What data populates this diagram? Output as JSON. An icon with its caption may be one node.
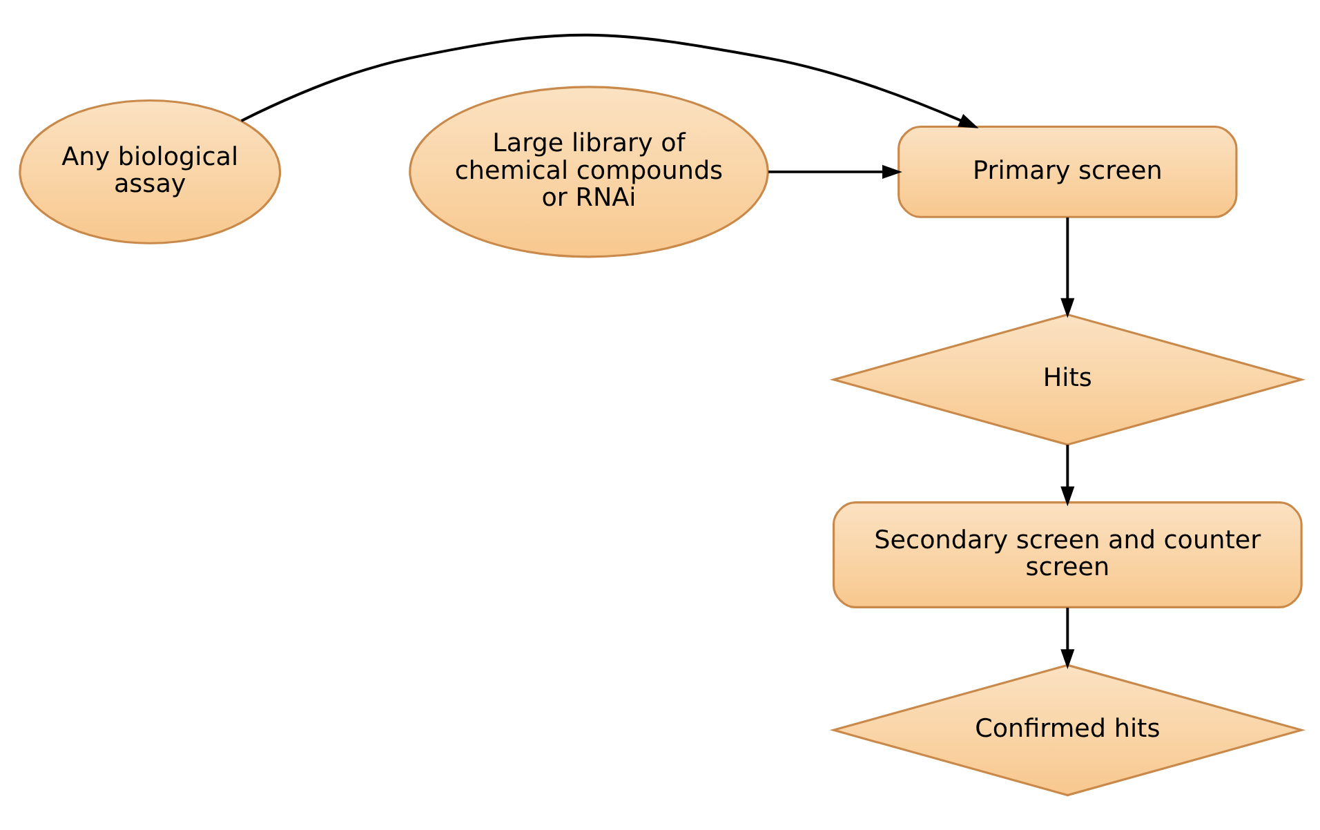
{
  "diagram": {
    "nodes": [
      {
        "text": [
          "Any biological assay"
        ]
      },
      {
        "text": [
          "Primary screen"
        ]
      },
      {
        "text": [
          "Large library of chemical compounds or RNAi"
        ]
      },
      {
        "text": [
          "Hits"
        ]
      },
      {
        "text": [
          "Secondary screen and counter screen"
        ]
      },
      {
        "text": [
          "Confirmed hits"
        ]
      }
    ],
    "edges": [
      {
        "from": 0,
        "to": 1,
        "arrow": "to"
      },
      {
        "from": 2,
        "to": 1,
        "arrow": "to"
      },
      {
        "from": 1,
        "to": 3,
        "arrow": "to"
      },
      {
        "from": 3,
        "to": 4,
        "arrow": "to"
      },
      {
        "from": 4,
        "to": 5,
        "arrow": "to"
      }
    ]
  }
}
